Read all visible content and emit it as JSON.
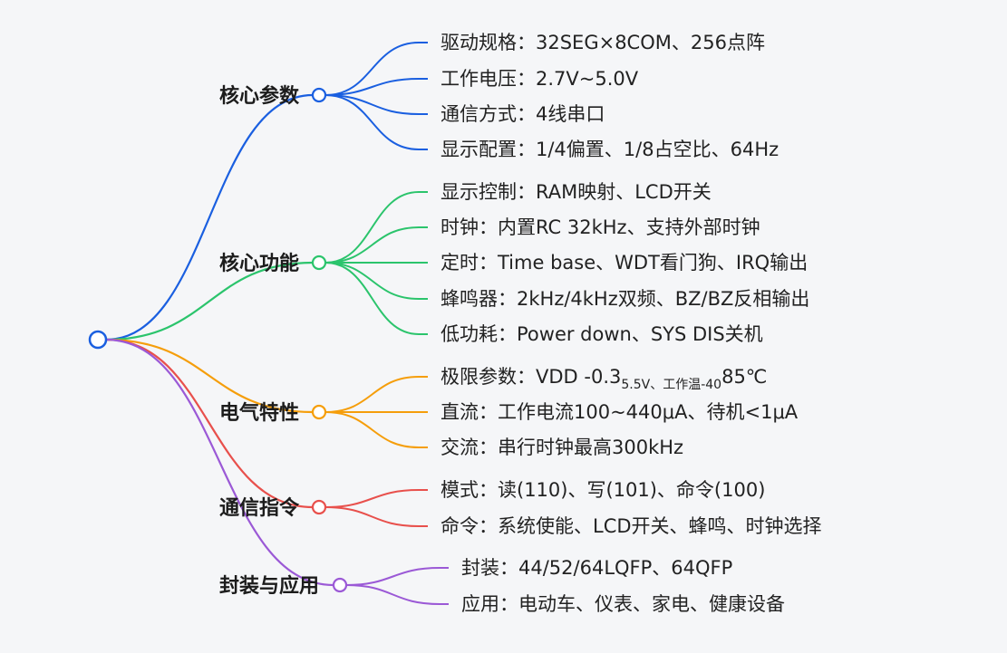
{
  "branches": [
    {
      "label": "核心参数",
      "color": "#1a5fe0",
      "leaves": [
        [
          "驱动规格：32SEG×8COM、256点阵"
        ],
        [
          "工作电压：2.7V~5.0V"
        ],
        [
          "通信方式：4线串口"
        ],
        [
          "显示配置：1/4偏置、1/8占空比、64Hz"
        ]
      ]
    },
    {
      "label": "核心功能",
      "color": "#2bc46c",
      "leaves": [
        [
          "显示控制：RAM映射、LCD开关"
        ],
        [
          "时钟：内置RC 32kHz、支持外部时钟"
        ],
        [
          "定时：Time base、WDT看门狗、IRQ输出"
        ],
        [
          "蜂鸣器：2kHz/4kHz双频、BZ/BZ反相输出"
        ],
        [
          "低功耗：Power down、SYS DIS关机"
        ]
      ]
    },
    {
      "label": "电气特性",
      "color": "#f59e0b",
      "leaves": [
        [
          "极限参数：VDD -0.3",
          "5.5V、工作温-40",
          "85℃"
        ],
        [
          "直流：工作电流100~440μA、待机<1μA"
        ],
        [
          "交流：串行时钟最高300kHz"
        ]
      ]
    },
    {
      "label": "通信指令",
      "color": "#e8504c",
      "leaves": [
        [
          "模式：读(110)、写(101)、命令(100)"
        ],
        [
          "命令：系统使能、LCD开关、蜂鸣、时钟选择"
        ]
      ]
    },
    {
      "label": "封装与应用",
      "color": "#9b59d6",
      "leaves": [
        [
          "封装：44/52/64LQFP、64QFP"
        ],
        [
          "应用：电动车、仪表、家电、健康设备"
        ]
      ]
    }
  ]
}
